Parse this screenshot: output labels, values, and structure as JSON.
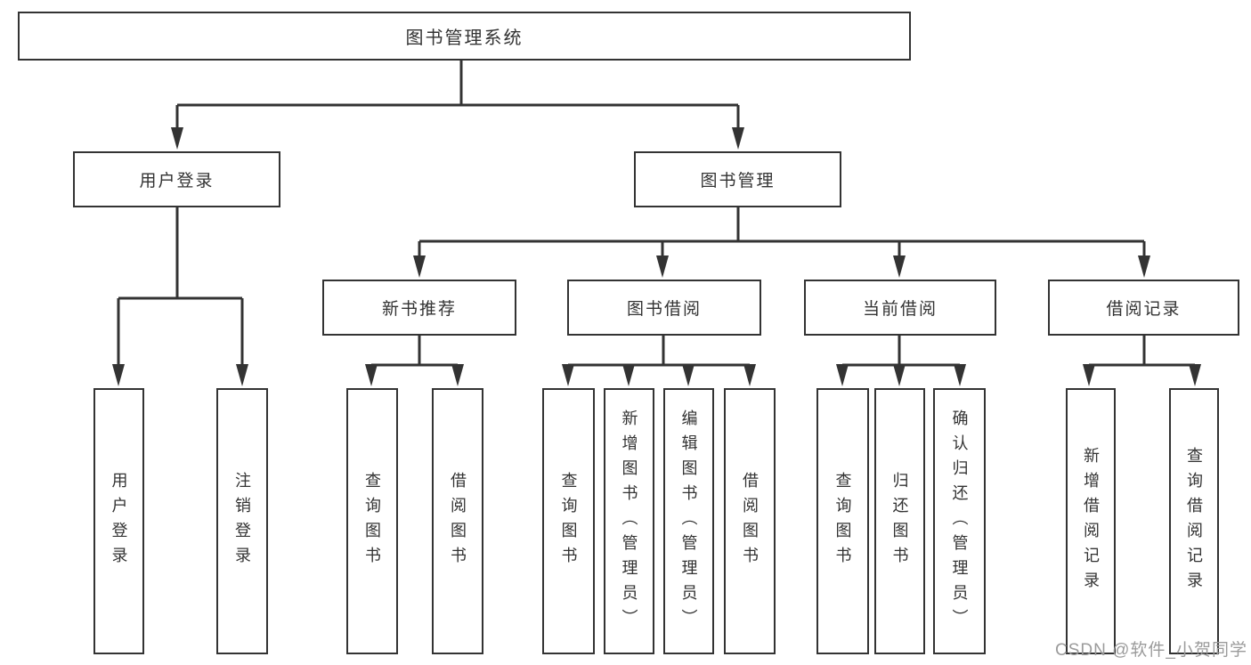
{
  "diagram": {
    "root": "图书管理系统",
    "branches": [
      {
        "label": "用户登录",
        "leaves": [
          "用户登录",
          "注销登录"
        ]
      },
      {
        "label": "图书管理",
        "groups": [
          {
            "label": "新书推荐",
            "leaves": [
              "查询图书",
              "借阅图书"
            ]
          },
          {
            "label": "图书借阅",
            "leaves": [
              "查询图书",
              "新增图书（管理员）",
              "编辑图书（管理员）",
              "借阅图书"
            ]
          },
          {
            "label": "当前借阅",
            "leaves": [
              "查询图书",
              "归还图书",
              "确认归还（管理员）"
            ]
          },
          {
            "label": "借阅记录",
            "leaves": [
              "新增借阅记录",
              "查询借阅记录"
            ]
          }
        ]
      }
    ]
  },
  "watermark": "CSDN @软件_小贺同学",
  "colors": {
    "line": "#333333",
    "text": "#333333",
    "box_background": "#ffffff",
    "watermark": "#9b9b9b"
  }
}
